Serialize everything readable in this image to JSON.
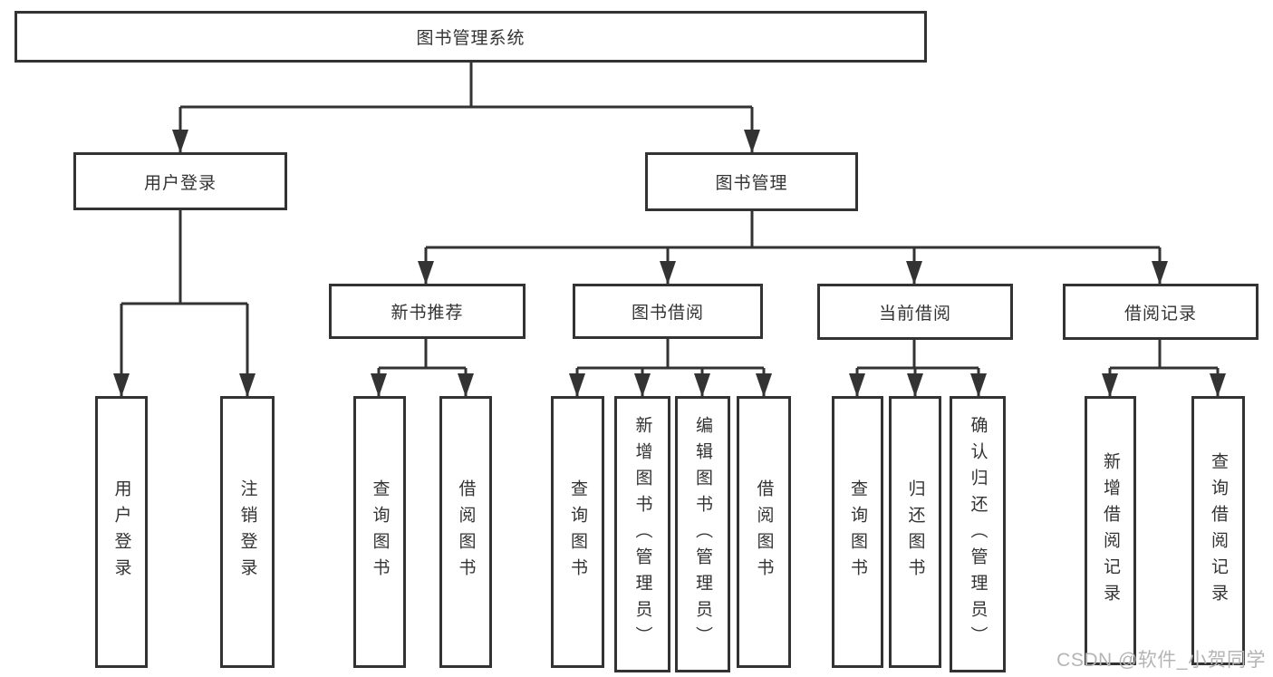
{
  "root": {
    "label": "图书管理系统",
    "children": [
      {
        "label": "用户登录",
        "children": [
          {
            "label": "用户登录"
          },
          {
            "label": "注销登录"
          }
        ]
      },
      {
        "label": "图书管理",
        "children": [
          {
            "label": "新书推荐",
            "children": [
              {
                "label": "查询图书"
              },
              {
                "label": "借阅图书"
              }
            ]
          },
          {
            "label": "图书借阅",
            "children": [
              {
                "label": "查询图书"
              },
              {
                "label": "新增图书（管理员）"
              },
              {
                "label": "编辑图书（管理员）"
              },
              {
                "label": "借阅图书"
              }
            ]
          },
          {
            "label": "当前借阅",
            "children": [
              {
                "label": "查询图书"
              },
              {
                "label": "归还图书"
              },
              {
                "label": "确认归还（管理员）"
              }
            ]
          },
          {
            "label": "借阅记录",
            "children": [
              {
                "label": "新增借阅记录"
              },
              {
                "label": "查询借阅记录"
              }
            ]
          }
        ]
      }
    ]
  },
  "watermark": "CSDN @软件_小贺同学",
  "colors": {
    "line": "#333333",
    "box_border": "#333333",
    "text": "#333333",
    "watermark": "#b4b4b4",
    "background": "#ffffff"
  }
}
